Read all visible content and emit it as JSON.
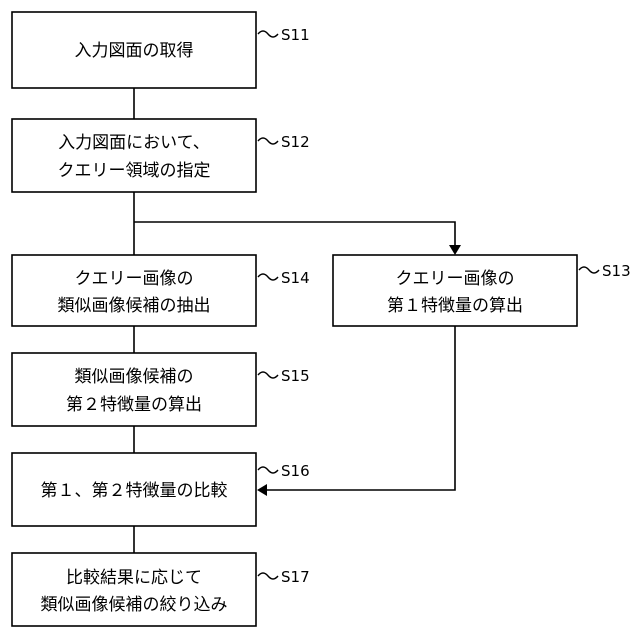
{
  "steps": {
    "s11": {
      "id": "S11",
      "lines": [
        "入力図面の取得"
      ]
    },
    "s12": {
      "id": "S12",
      "lines": [
        "入力図面において、",
        "クエリー領域の指定"
      ]
    },
    "s13": {
      "id": "S13",
      "lines": [
        "クエリー画像の",
        "第１特徴量の算出"
      ]
    },
    "s14": {
      "id": "S14",
      "lines": [
        "クエリー画像の",
        "類似画像候補の抽出"
      ]
    },
    "s15": {
      "id": "S15",
      "lines": [
        "類似画像候補の",
        "第２特徴量の算出"
      ]
    },
    "s16": {
      "id": "S16",
      "lines": [
        "第１、第２特徴量の比較"
      ]
    },
    "s17": {
      "id": "S17",
      "lines": [
        "比較結果に応じて",
        "類似画像候補の絞り込み"
      ]
    }
  }
}
